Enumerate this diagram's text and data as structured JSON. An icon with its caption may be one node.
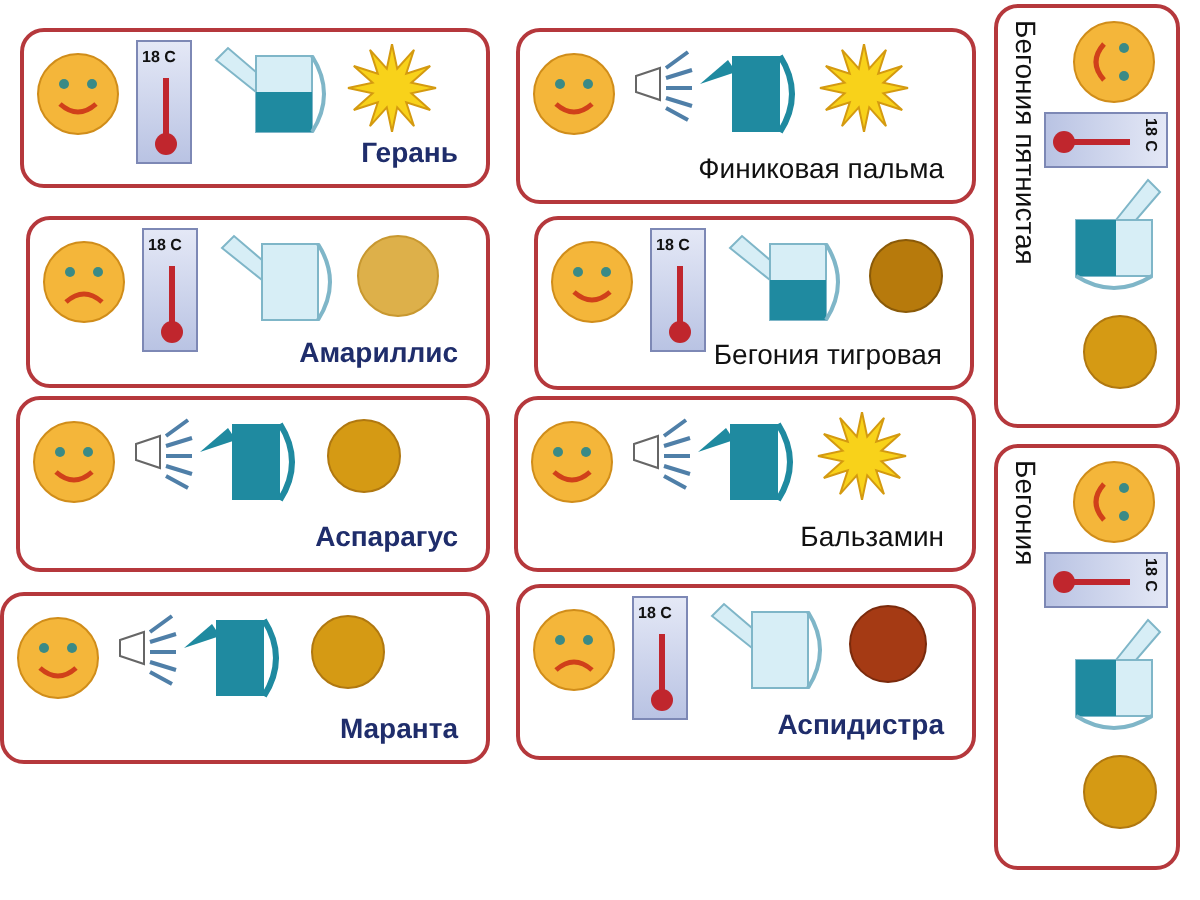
{
  "diagram": {
    "nodes": [
      {
        "text": [
          "Герань"
        ]
      },
      {
        "text": [
          "Амариллис"
        ]
      },
      {
        "text": [
          "Аспарагус"
        ]
      },
      {
        "text": [
          "Маранта"
        ]
      },
      {
        "text": [
          "Финиковая пальма"
        ]
      },
      {
        "text": [
          "Бегония тигровая"
        ]
      },
      {
        "text": [
          "Бальзамин"
        ]
      },
      {
        "text": [
          "Аспидистра"
        ]
      },
      {
        "text": [
          "Бегония пятнистая"
        ]
      },
      {
        "text": [
          "Бегония"
        ]
      }
    ],
    "labels": [
      "18 C",
      "18 C",
      "18 C",
      "18 C",
      "18 C",
      "18 C"
    ]
  }
}
